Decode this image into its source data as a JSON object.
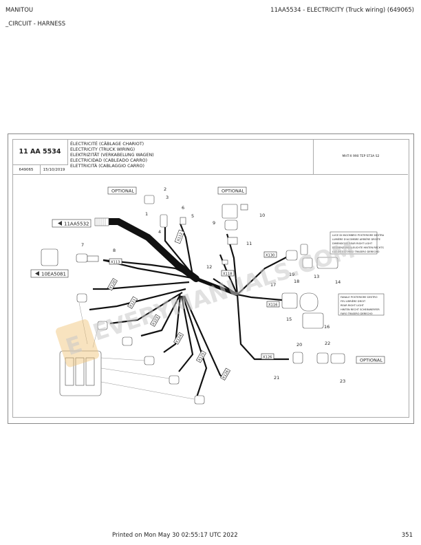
{
  "header": {
    "brand": "MANITOU",
    "doc_title": "11AA5534 - ELECTRICITY (Truck wiring) (649065)",
    "section": "_CIRCUIT - HARNESS"
  },
  "footer": {
    "printed": "Printed on  Mon May 30 02:55:17 UTC 2022",
    "page": "351"
  },
  "title_block": {
    "code": "11 AA 5534",
    "number": "649065",
    "date": "15/10/2019",
    "titles": [
      "ÉLECTRICITÉ (CÂBLAGE CHARIOT)",
      "ELECTRICITY (TRUCK WIRING)",
      "ELEKTRIZITÄT (VERKABELUNG WAGEN)",
      "ELECTRICIDAD (CABLEADO CARRO)",
      "ELETTRICITÀ (CABLAGGIO CARRO)"
    ],
    "ref": "MHT-X 990 TEP ST3A S2"
  },
  "diagram": {
    "optional_label": "OPTIONAL",
    "ref_left_top": "11AA5532",
    "ref_left_bottom": "10EA5081",
    "connectors": [
      "X113",
      "X112",
      "X118",
      "X130",
      "X116",
      "X126",
      "X120",
      "X121",
      "X123",
      "X124",
      "X125",
      "X126"
    ],
    "part_numbers": [
      "1",
      "2",
      "3",
      "4",
      "5",
      "6",
      "7",
      "8",
      "9",
      "10",
      "11",
      "12",
      "13",
      "14",
      "15",
      "16",
      "17",
      "18",
      "19",
      "20",
      "21",
      "22",
      "23"
    ],
    "rear_light_texts": [
      "LUCE DI INGOMBRO POSTERIORE DESTRA",
      "LUMIÈRE D'ACOMBRE ARRIÈRE DROITE",
      "DIMENSIONS REAR RIGHT LIGHT",
      "BEGRENZUNGSLEUCHTE HINTEN RECHTS",
      "LUZ DE ESTORBO TRASERO DERECHO"
    ],
    "tail_light_texts": [
      "FANALE POSTERIORE DESTRO",
      "FEU ARRIÈRE DROIT",
      "REAR RIGHT LIGHT",
      "HINTEN RECHT SCHEINWERFER",
      "FARO TRASERO DERECHO"
    ],
    "watermark": "EVERYMANUALS.COM",
    "watermark_letter": "E"
  }
}
